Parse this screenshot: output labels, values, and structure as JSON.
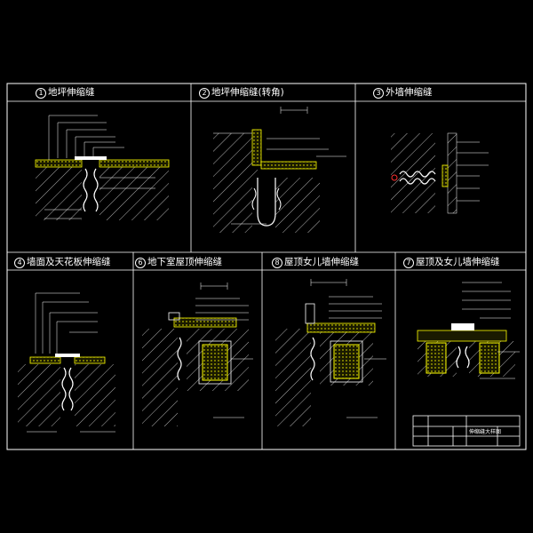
{
  "panels": [
    {
      "num": "1",
      "title": "地坪伸缩缝"
    },
    {
      "num": "2",
      "title": "地坪伸缩缝(转角)"
    },
    {
      "num": "3",
      "title": "外墙伸缩缝"
    },
    {
      "num": "4",
      "title": "墙面及天花板伸缩缝"
    },
    {
      "num": "6",
      "title": "地下室屋顶伸缩缝"
    },
    {
      "num": "8",
      "title": "屋顶女儿墙伸缩缝"
    },
    {
      "num": "7",
      "title": "屋顶及女儿墙伸缩缝"
    }
  ],
  "colors": {
    "frame": "#ffffff",
    "concrete": "#ffffff",
    "leader": "#ffffff",
    "yellow": "#ffff00",
    "green": "#00ff00",
    "magenta": "#ff00ff",
    "cyan": "#00ffff",
    "red": "#ff3030"
  },
  "title_block": {
    "drawing_name": "伸缩缝大样图",
    "cells": [
      "",
      "",
      "",
      "",
      "",
      ""
    ]
  }
}
